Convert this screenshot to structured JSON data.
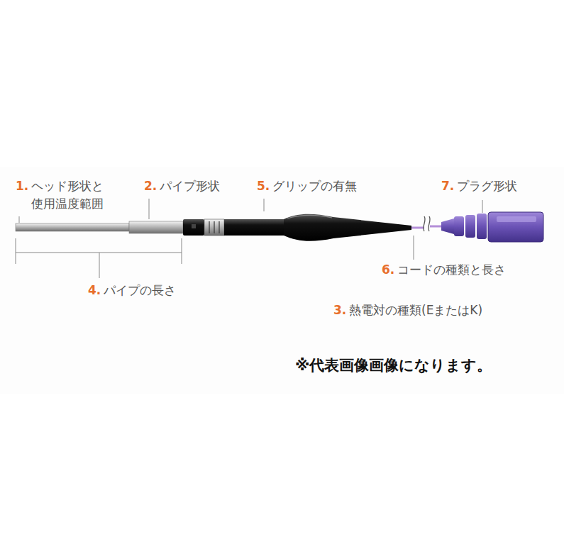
{
  "diagram": {
    "labels": [
      "1.",
      "ヘッド形状と 使用温度範囲",
      "2.",
      "パイプ形状",
      "5.",
      "グリップの有無",
      "7.",
      "プラグ形状",
      "4.",
      "パイプの長さ",
      "6.",
      "コードの種類と長さ",
      "3.",
      "熱電対の種類(EまたはK)",
      "※代表画像画像になります。"
    ]
  }
}
